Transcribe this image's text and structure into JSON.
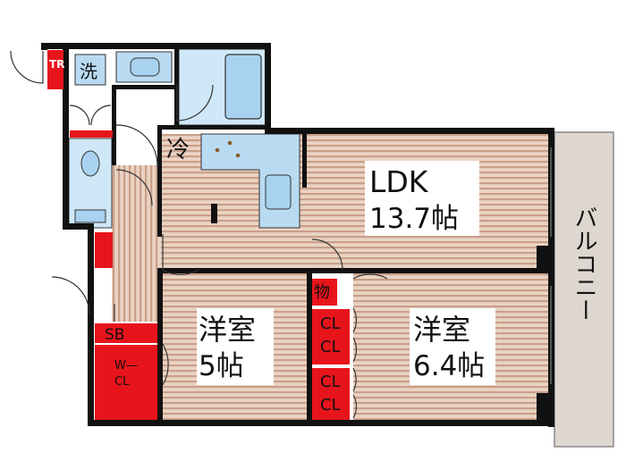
{
  "rooms": {
    "ldk": {
      "name": "LDK",
      "size": "13.7帖"
    },
    "western_room_a": {
      "name": "洋室",
      "size": "5帖"
    },
    "western_room_b": {
      "name": "洋室",
      "size": "6.4帖"
    },
    "balcony": {
      "name": "バルコニー"
    }
  },
  "labels": {
    "trunk_room": "TR",
    "washer": "洗",
    "fridge": "冷",
    "storage": "物",
    "closet_1": "CL",
    "closet_2": "CL",
    "shoe_box": "SB",
    "walk_in_closet_top": "W—",
    "walk_in_closet_bottom": "CL"
  },
  "colors": {
    "wall": "#111111",
    "floor_wood": "#d9b9a3",
    "wet_area": "#b9dbf2",
    "storage_red": "#e8141c",
    "balcony": "#ddd7cf"
  }
}
